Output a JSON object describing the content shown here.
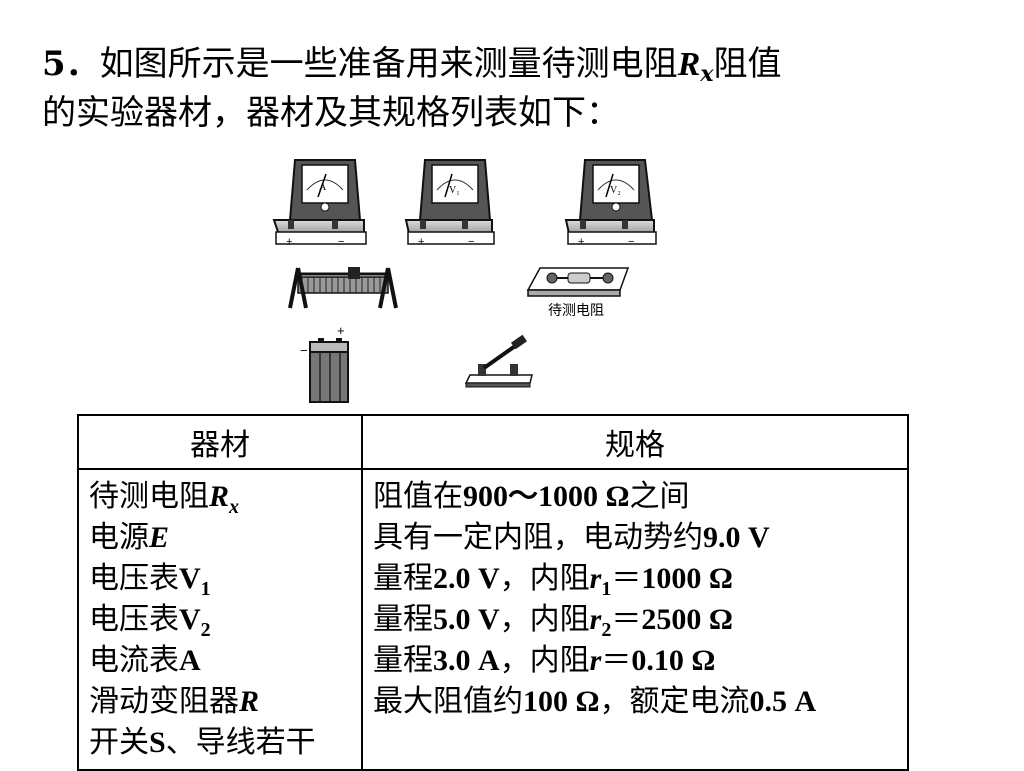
{
  "question": {
    "number": "5．",
    "text_a": "如图所示是一些准备用来测量待测电阻",
    "symbol": "R",
    "symbol_sub": "x",
    "text_b": "阻值",
    "line2": "的实验器材，器材及其规格列表如下："
  },
  "figure": {
    "ammeter_label": "A",
    "voltmeter1_label": "V₁",
    "voltmeter2_label": "V₂",
    "resistor_caption": "待测电阻",
    "plus": "+",
    "minus": "−"
  },
  "table": {
    "headers": [
      "器材",
      "规格"
    ],
    "items": [
      {
        "pre": "待测电阻",
        "sym": "R",
        "sub": "x"
      },
      {
        "pre": "电源",
        "sym": "E",
        "sub": ""
      },
      {
        "pre": "电压表",
        "bold": "V",
        "sub": "1"
      },
      {
        "pre": "电压表",
        "bold": "V",
        "sub": "2"
      },
      {
        "pre": "电流表",
        "bold": "A",
        "sub": ""
      },
      {
        "pre": "滑动变阻器",
        "sym": "R",
        "sub": ""
      },
      {
        "pre": "开关",
        "bold": "S",
        "post": "、导线若干"
      }
    ],
    "specs": [
      {
        "a": "阻值在",
        "b": "900～1000 Ω",
        "c": "之间"
      },
      {
        "a": "具有一定内阻，电动势约",
        "b": "9.0 V",
        "c": ""
      },
      {
        "a": "量程",
        "b": "2.0 V",
        "c": "，内阻",
        "r": "r",
        "rsub": "1",
        "d": "＝",
        "e": "1000 Ω"
      },
      {
        "a": "量程",
        "b": "5.0 V",
        "c": "，内阻",
        "r": "r",
        "rsub": "2",
        "d": "＝",
        "e": "2500 Ω"
      },
      {
        "a": "量程",
        "b": "3.0 A",
        "c": "，内阻",
        "r": "r",
        "rsub": "",
        "d": "＝",
        "e": "0.10 Ω"
      },
      {
        "a": "最大阻值约",
        "b": "100 Ω",
        "c": "，额定电流",
        "b2": "0.5 A"
      }
    ]
  }
}
